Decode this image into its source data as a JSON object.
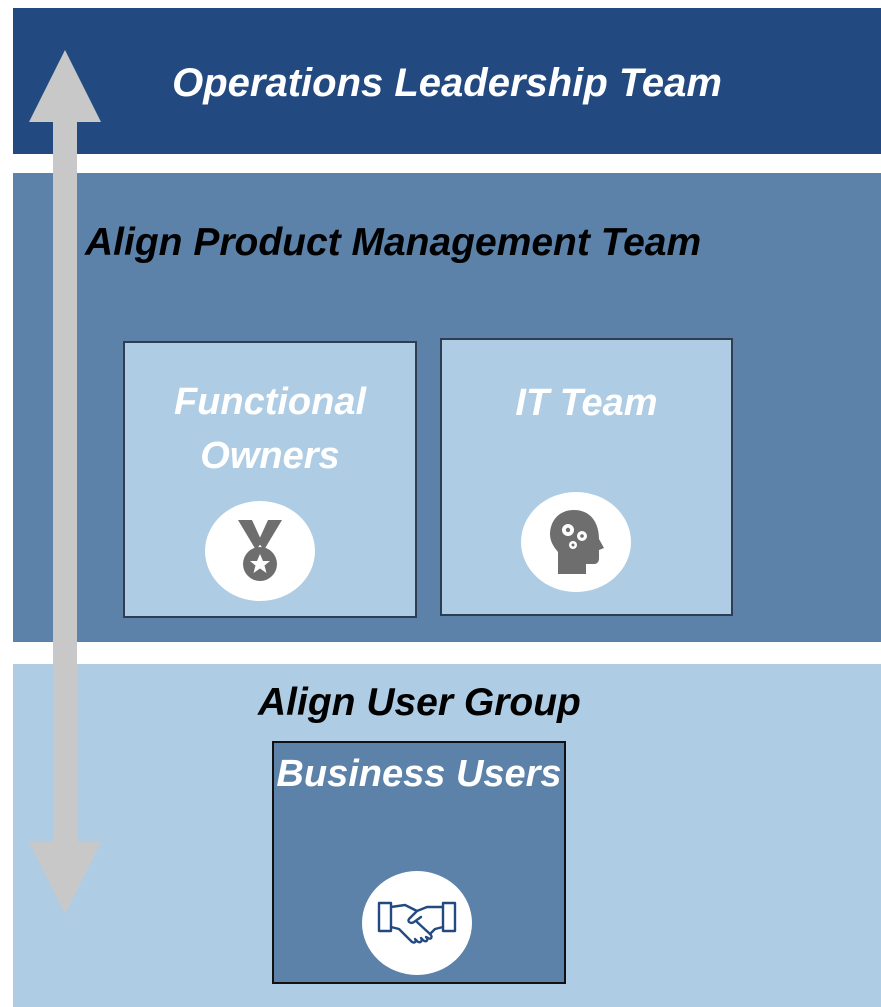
{
  "operations_team": {
    "title": "Operations Leadership Team"
  },
  "product_management_team": {
    "title": "Align Product Management Team",
    "boxes": [
      {
        "label": "Functional Owners",
        "icon": "medal-icon"
      },
      {
        "label": "IT Team",
        "icon": "head-gears-icon"
      }
    ]
  },
  "user_group": {
    "title": "Align User Group",
    "boxes": [
      {
        "label": "Business Users",
        "icon": "handshake-icon"
      }
    ]
  },
  "colors": {
    "dark_blue": "#234a80",
    "mid_blue": "#5c82a9",
    "light_blue": "#aecce3",
    "arrow_gray": "#c8c8c8",
    "icon_gray": "#6e6e6e"
  },
  "arrow": {
    "type": "double-headed-vertical"
  }
}
